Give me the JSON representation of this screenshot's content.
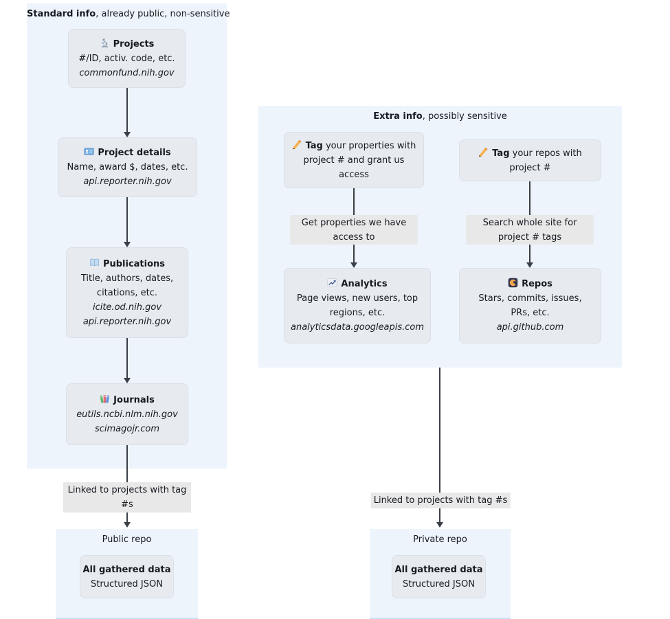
{
  "diagram": {
    "standard": {
      "title_bold": "Standard info",
      "title_rest": ", already public, non-sensitive"
    },
    "extra": {
      "title_bold": "Extra info",
      "title_rest": ", possibly sensitive"
    },
    "public_repo_title": "Public repo",
    "private_repo_title": "Private repo"
  },
  "nodes": {
    "projects": {
      "icon": "microscope-icon",
      "title": "Projects",
      "desc": "#/ID, activ. code, etc.",
      "domains": [
        "commonfund.nih.gov"
      ]
    },
    "project_details": {
      "icon": "id-card-icon",
      "title": "Project details",
      "desc": "Name, award $, dates, etc.",
      "domains": [
        "api.reporter.nih.gov"
      ]
    },
    "publications": {
      "icon": "open-book-icon",
      "title": "Publications",
      "desc": "Title, authors, dates, citations, etc.",
      "domains": [
        "icite.od.nih.gov",
        "api.reporter.nih.gov"
      ]
    },
    "journals": {
      "icon": "books-icon",
      "title": "Journals",
      "domains": [
        "eutils.ncbi.nlm.nih.gov",
        "scimagojr.com"
      ]
    },
    "tag_properties": {
      "icon": "writing-hand-icon",
      "bold": "Tag",
      "rest": " your properties with project # and grant us access"
    },
    "tag_repos": {
      "icon": "writing-hand-icon",
      "bold": "Tag",
      "rest": " your repos with project #"
    },
    "analytics": {
      "icon": "chart-increasing-icon",
      "title": "Analytics",
      "desc": "Page views, new users, top regions, etc.",
      "domains": [
        "analyticsdata.googleapis.com"
      ]
    },
    "repos": {
      "icon": "repos-icon",
      "title": "Repos",
      "desc": "Stars, commits, issues, PRs, etc.",
      "domains": [
        "api.github.com"
      ]
    },
    "public_data": {
      "line1": "All gathered data",
      "line2": "Structured JSON"
    },
    "private_data": {
      "line1": "All gathered data",
      "line2": "Structured JSON"
    }
  },
  "edge_labels": {
    "get_properties": "Get properties we have access to",
    "search_site": "Search whole site for project # tags",
    "linked_left": "Linked to projects with tag #s",
    "linked_right": "Linked to projects with tag #s"
  },
  "icons": {
    "microscope-icon": "microscope",
    "id-card-icon": "identification card",
    "open-book-icon": "open book",
    "books-icon": "stack of books",
    "writing-hand-icon": "writing hand",
    "chart-increasing-icon": "chart increasing",
    "repos-icon": "dark tile with orange octo mark"
  },
  "colors": {
    "container_bg": "#edf4fb",
    "node_bg": "#e7eaef",
    "edge_label_bg": "#e8e8e8",
    "arrow": "#3a3f47",
    "text": "#171a21",
    "repo_bottom_strip": "#cfe2f5"
  }
}
